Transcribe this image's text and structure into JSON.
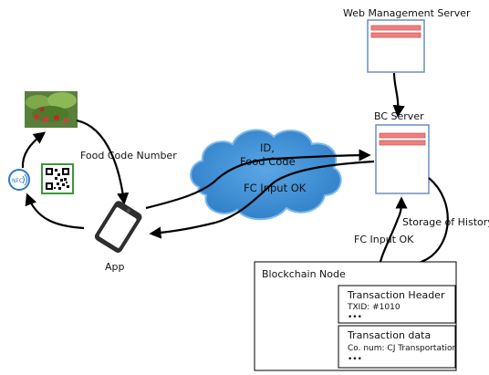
{
  "title": "",
  "labels": {
    "web_server": "Web Management Server",
    "bc_server": "BC Server",
    "food_code_number": "Food Code Number",
    "id_line": "ID,",
    "food_code_line": "Food Code",
    "fc_input_ok_cloud": "FC Input OK",
    "fc_input_ok_right": "FC Input OK",
    "storage_of_history": "Storage of History",
    "app": "App",
    "nfc_text": "NFC"
  },
  "blockchain_node": {
    "title": "Blockchain Node",
    "header_block": {
      "title": "Transaction Header",
      "line": "TXID: #1010",
      "ellipsis": "•••"
    },
    "data_block": {
      "title": "Transaction data",
      "line": "Co. num: CJ Transportation",
      "ellipsis": "•••"
    }
  },
  "colors": {
    "cloud": "#3a8fd6",
    "server_stripe": "#f08080",
    "server_border": "#6a8fbf",
    "arrow": "#000000",
    "phone": "#333333",
    "nfc": "#2f78c4"
  },
  "icons": [
    "plant-icon",
    "nfc-icon",
    "qr-code-icon",
    "smartphone-icon",
    "server-icon",
    "cloud-icon"
  ]
}
